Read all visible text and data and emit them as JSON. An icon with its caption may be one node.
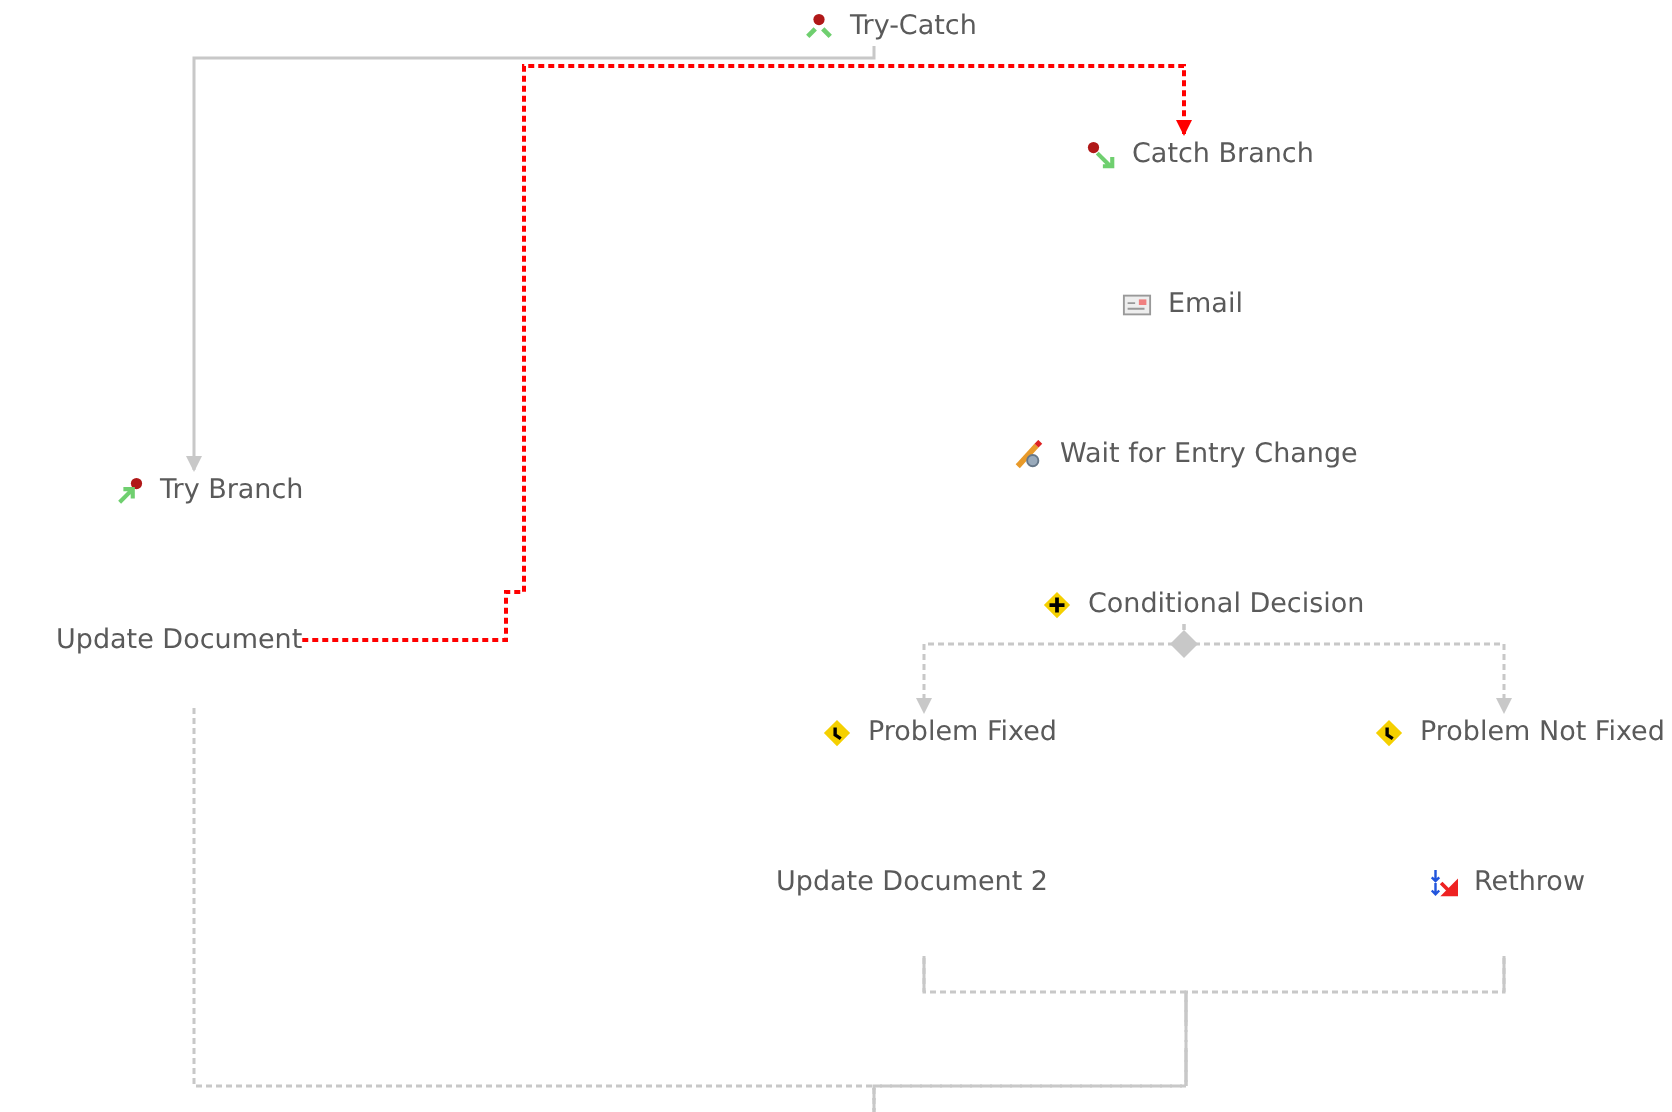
{
  "diagram": {
    "nodes": [
      {
        "text": [
          "Try-Catch"
        ]
      },
      {
        "text": [
          "Catch Branch"
        ]
      },
      {
        "text": [
          "Email"
        ]
      },
      {
        "text": [
          "Wait for Entry Change"
        ]
      },
      {
        "text": [
          "Conditional Decision"
        ]
      },
      {
        "text": [
          "Try Branch"
        ]
      },
      {
        "text": [
          "Update Document"
        ]
      },
      {
        "text": [
          "Problem Fixed"
        ]
      },
      {
        "text": [
          "Problem Not Fixed"
        ]
      },
      {
        "text": [
          "Update Document 2"
        ]
      },
      {
        "text": [
          "Rethrow"
        ]
      }
    ],
    "edges": [
      {
        "from": 0,
        "to": 5,
        "arrow": "to"
      },
      {
        "from": 6,
        "to": 1,
        "arrow": "to",
        "style": "dashed",
        "color": "#ff0000"
      },
      {
        "from": 4,
        "to": 7,
        "arrow": "to",
        "style": "dashed"
      },
      {
        "from": 4,
        "to": 8,
        "arrow": "to",
        "style": "dashed"
      },
      {
        "from": 6,
        "to": null,
        "arrow": "none",
        "style": "dashed"
      },
      {
        "from": 9,
        "to": null,
        "arrow": "none",
        "style": "dashed"
      },
      {
        "from": 10,
        "to": null,
        "arrow": "none",
        "style": "dashed"
      }
    ]
  }
}
